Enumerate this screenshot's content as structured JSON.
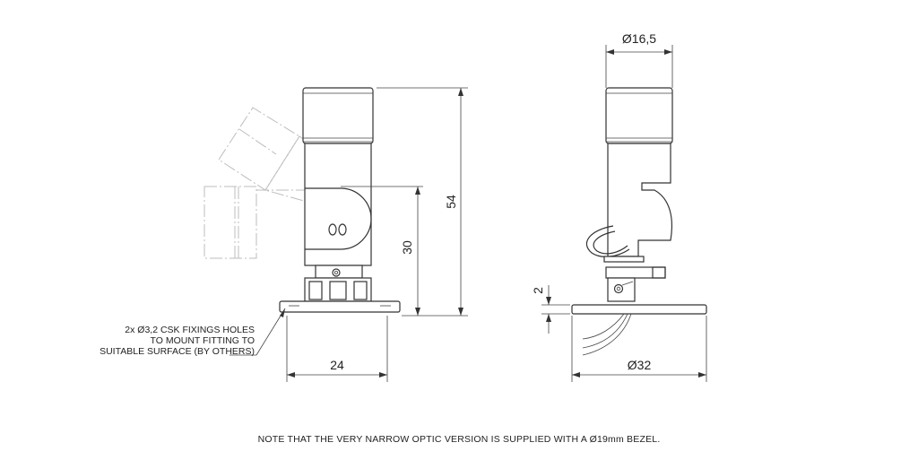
{
  "front_view": {
    "height_total": "54",
    "height_pivot": "30",
    "base_width": "24",
    "callout": {
      "line1": "2x Ø3,2 CSK FIXINGS HOLES",
      "line2": "TO MOUNT FITTING TO",
      "line3": "SUITABLE SURFACE (BY OTHERS)"
    }
  },
  "side_view": {
    "bezel_diameter": "Ø16,5",
    "base_diameter": "Ø32",
    "base_thickness": "2"
  },
  "note": "NOTE THAT THE VERY NARROW OPTIC VERSION IS SUPPLIED WITH A Ø19mm BEZEL."
}
